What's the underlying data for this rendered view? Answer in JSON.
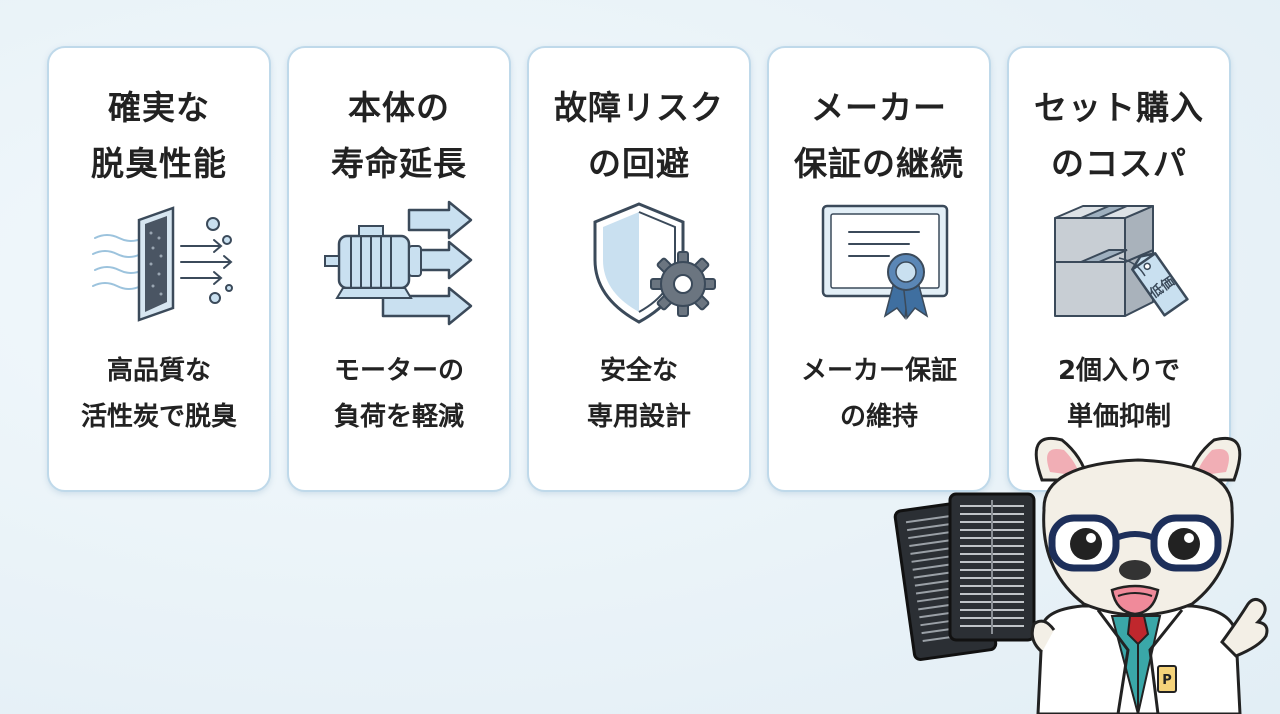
{
  "cards": [
    {
      "title": "確実な\n脱臭性能",
      "desc": "高品質な\n活性炭で脱臭",
      "icon": "air-filter-icon"
    },
    {
      "title": "本体の\n寿命延長",
      "desc": "モーターの\n負荷を軽減",
      "icon": "motor-icon"
    },
    {
      "title": "故障リスク\nの回避",
      "desc": "安全な\n専用設計",
      "icon": "shield-gear-icon"
    },
    {
      "title": "メーカー\n保証の継続",
      "desc": "メーカー保証\nの維持",
      "icon": "certificate-icon"
    },
    {
      "title": "セット購入\nのコスパ",
      "desc": "2個入りで\n単価抑制",
      "icon": "boxes-price-tag-icon",
      "tag_text": "低価"
    }
  ],
  "mascot": {
    "badge_letter": "P",
    "icon": "bulldog-mascot-icon"
  },
  "colors": {
    "accent": "#bfd9ea",
    "icon_blue": "#c9e0f0",
    "icon_stroke": "#3b4a5a"
  }
}
